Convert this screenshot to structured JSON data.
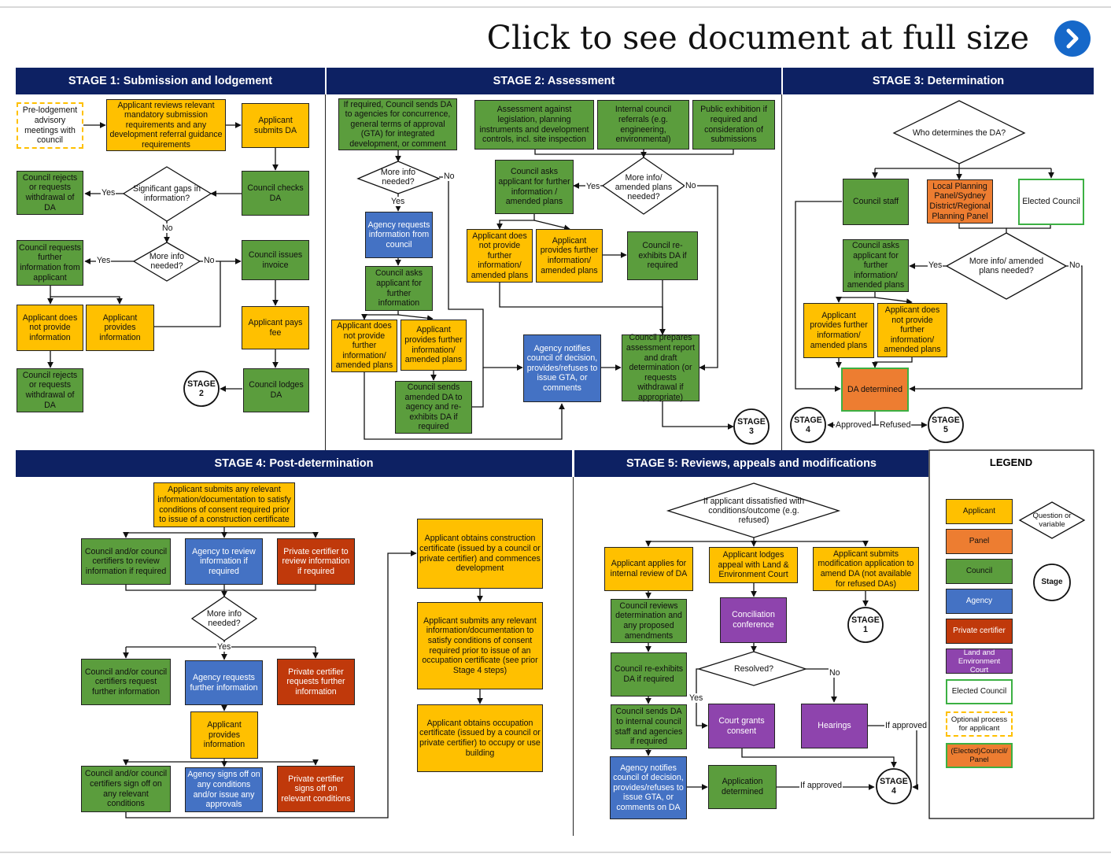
{
  "header": {
    "link_text": "Click to see document at full size",
    "icon": "chevron-right-icon",
    "icon_color": "#1668c9"
  },
  "colors": {
    "header_band": "#0d2163",
    "applicant": "#ffc000",
    "panel": "#ed7d31",
    "council": "#5b9d3d",
    "agency": "#4472c4",
    "private_certifier": "#c0390b",
    "land_env_court": "#8e44ad",
    "elected_council_border": "#3cb043"
  },
  "stages": {
    "s1": {
      "title": "STAGE 1: Submission and lodgement"
    },
    "s2": {
      "title": "STAGE 2: Assessment"
    },
    "s3": {
      "title": "STAGE 3: Determination"
    },
    "s4": {
      "title": "STAGE 4: Post-determination"
    },
    "s5": {
      "title": "STAGE 5: Reviews, appeals and modifications"
    }
  },
  "s1": {
    "prelodge": "Pre-lodgement advisory meetings with council",
    "reviews": "Applicant reviews relevant mandatory submission requirements and any development referral guidance requirements",
    "submits": "Applicant submits DA",
    "rejects1": "Council rejects or requests withdrawal of DA",
    "gaps": "Significant gaps in information?",
    "checks": "Council checks DA",
    "requests": "Council requests further information from applicant",
    "moreinfo": "More info needed?",
    "invoice": "Council issues invoice",
    "notprovide": "Applicant does not provide information",
    "provides": "Applicant provides information",
    "pays": "Applicant pays fee",
    "rejects2": "Council rejects or requests withdrawal of DA",
    "stage2": "STAGE 2",
    "lodges": "Council lodges DA",
    "yes": "Yes",
    "no": "No"
  },
  "s2": {
    "sends": "If required, Council sends DA to agencies for concurrence, general terms of approval (GTA) for integrated development, or comment",
    "against": "Assessment against legislation, planning instruments and development controls, incl. site inspection",
    "internal": "Internal council referrals (e.g. engineering, environmental)",
    "public": "Public exhibition if required and consideration of submissions",
    "moreinfo1": "More info needed?",
    "asks1": "Council asks applicant for further information / amended plans",
    "moreinfo2": "More info/ amended plans needed?",
    "agencyreq": "Agency requests information from council",
    "notprov1": "Applicant does not provide further information/ amended plans",
    "provides1": "Applicant provides further information/ amended plans",
    "reexhibits": "Council re-exhibits DA if required",
    "asks2": "Council asks applicant for further information",
    "notprov2": "Applicant does not provide further information/ amended plans",
    "provides2": "Applicant provides further information/ amended plans",
    "agencynotifies": "Agency notifies council of decision, provides/refuses to issue GTA, or comments",
    "prepares": "Council prepares assessment report and draft determination (or requests withdrawal if appropriate)",
    "sendsagency": "Council sends amended DA to agency and re-exhibits DA if required",
    "stage3": "STAGE 3",
    "yes": "Yes",
    "no": "No"
  },
  "s3": {
    "who": "Who determines the DA?",
    "staff": "Council staff",
    "panel": "Local Planning Panel/Sydney District/Regional Planning Panel",
    "elected": "Elected Council",
    "asks": "Council asks applicant for further information/ amended plans",
    "moreinfo": "More info/ amended plans needed?",
    "provides": "Applicant provides further information/ amended plans",
    "notprov": "Applicant does not provide further information/ amended plans",
    "determined": "DA determined",
    "stage4": "STAGE 4",
    "stage5": "STAGE 5",
    "approved": "Approved",
    "refused": "Refused",
    "yes": "Yes",
    "no": "No"
  },
  "s4": {
    "submits": "Applicant submits any relevant information/documentation to satisfy conditions of consent required prior to issue of a construction certificate",
    "c_review": "Council and/or council certifiers to review information if required",
    "a_review": "Agency to review information if required",
    "p_review": "Private certifier to review information if required",
    "moreinfo": "More info needed?",
    "yes": "Yes",
    "c_request": "Council and/or council certifiers request further information",
    "a_request": "Agency requests further information",
    "p_request": "Private certifier requests further information",
    "provides": "Applicant provides information",
    "c_signoff": "Council and/or council certifiers sign off on any relevant conditions",
    "a_signoff": "Agency signs off on any conditions and/or issue any approvals",
    "p_signoff": "Private certifier signs off on relevant conditions",
    "obtains_cc": "Applicant obtains construction certificate (issued by a council or private certifier) and commences development",
    "submits_oc": "Applicant submits any relevant information/documentation to satisfy conditions of consent required prior to issue of an occupation certificate (see prior Stage 4 steps)",
    "obtains_oc": "Applicant obtains occupation certificate (issued by a council or private certifier) to occupy or use building"
  },
  "s5": {
    "dissatisfied": "If applicant dissatisfied with conditions/outcome (e.g. refused)",
    "internal": "Applicant applies for internal review of DA",
    "appeal": "Applicant lodges appeal with Land & Environment Court",
    "modification": "Applicant submits modification application to amend DA (not available for refused DAs)",
    "reviews": "Council reviews determination and any proposed amendments",
    "conciliation": "Conciliation conference",
    "stage1": "STAGE 1",
    "reexhibits": "Council re-exhibits DA if required",
    "resolved": "Resolved?",
    "sends": "Council sends DA to internal council staff and agencies if required",
    "court": "Court grants consent",
    "hearings": "Hearings",
    "notifies": "Agency notifies council of decision, provides/refuses to issue GTA, or comments on DA",
    "determined": "Application determined",
    "stage4": "STAGE 4",
    "yes": "Yes",
    "no": "No",
    "ifapproved1": "If approved",
    "ifapproved2": "If approved"
  },
  "legend": {
    "title": "LEGEND",
    "applicant": "Applicant",
    "panel": "Panel",
    "council": "Council",
    "agency": "Agency",
    "certifier": "Private certifier",
    "lec": "Land and Environment Court",
    "elected": "Elected Council",
    "optional": "Optional process for applicant",
    "ecp": "(Elected)Council/ Panel",
    "question": "Question or variable",
    "stage": "Stage"
  }
}
